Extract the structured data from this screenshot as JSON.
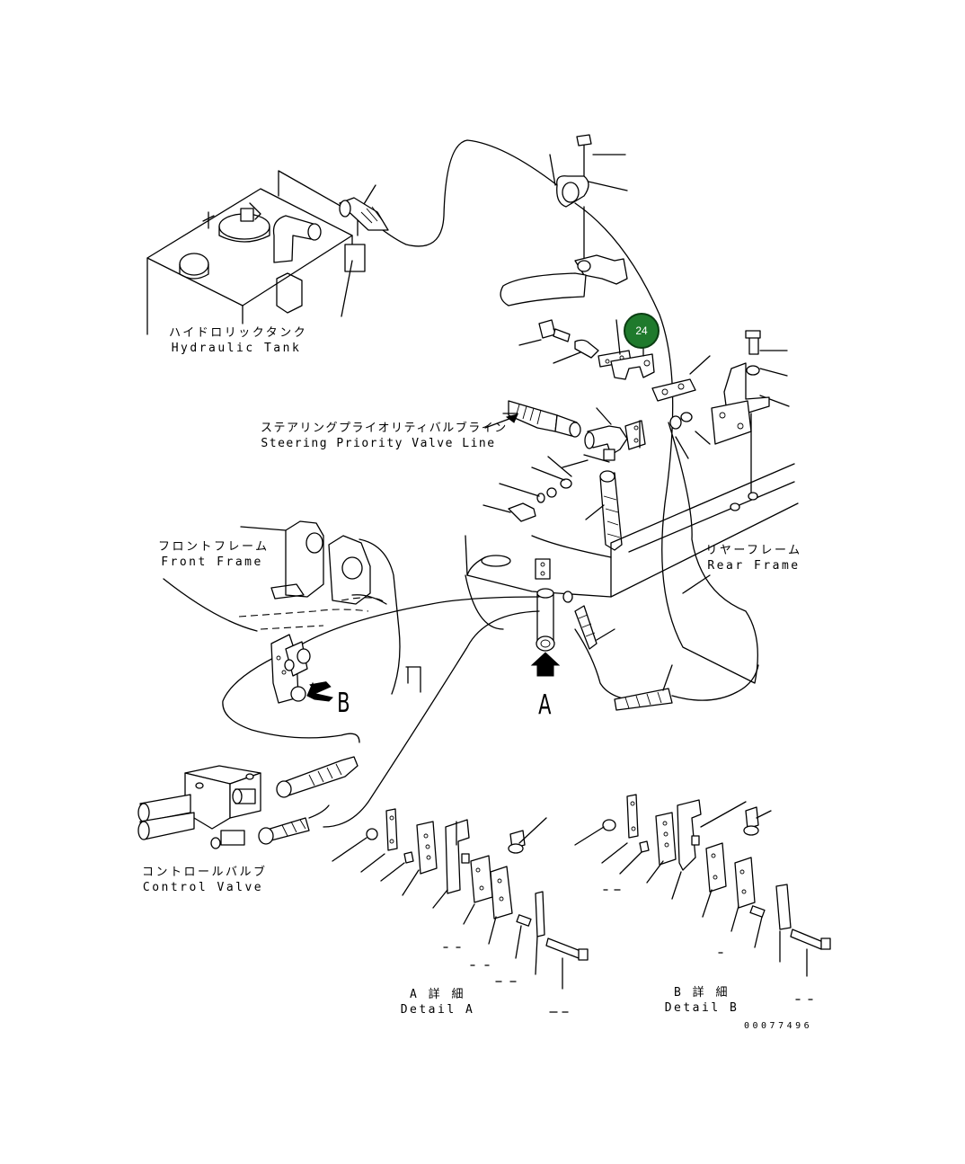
{
  "labels": {
    "hydraulic_tank": {
      "jp": "ハイドロリックタンク",
      "en": "Hydraulic Tank"
    },
    "steering_line": {
      "jp": "ステアリングプライオリティバルブライン",
      "en": "Steering Priority Valve Line"
    },
    "front_frame": {
      "jp": "フロントフレーム",
      "en": "Front Frame"
    },
    "rear_frame": {
      "jp": "リヤーフレーム",
      "en": "Rear Frame"
    },
    "control_valve": {
      "jp": "コントロールバルブ",
      "en": "Control Valve"
    },
    "detail_a": {
      "jp": "A 詳 細",
      "en": "Detail A"
    },
    "detail_b": {
      "jp": "B 詳 細",
      "en": "Detail B"
    }
  },
  "view_markers": {
    "a": "A",
    "b": "B"
  },
  "callout": {
    "number": "24",
    "color": "#1f7a2c"
  },
  "document_number": "00077496"
}
